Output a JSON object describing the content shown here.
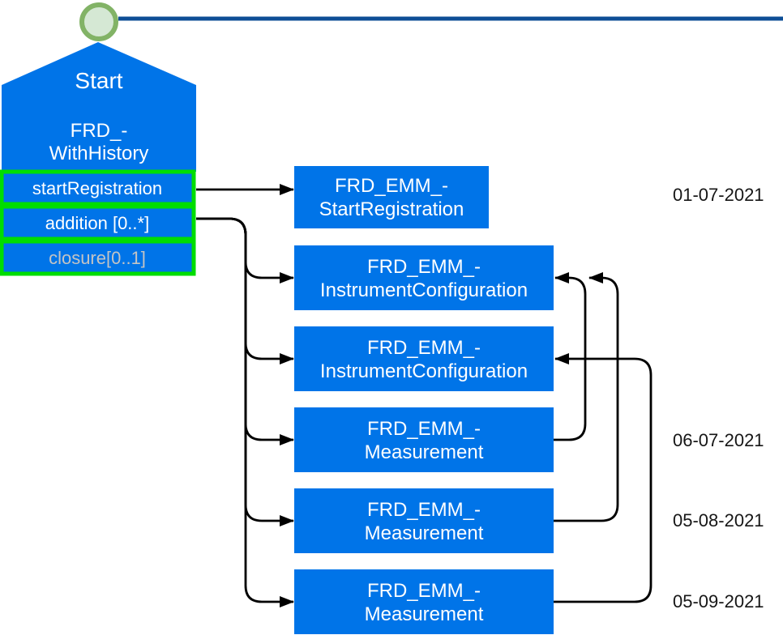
{
  "colors": {
    "node_blue": "#0074E8",
    "highlight_green": "#00DD00",
    "timeline_navy": "#0D4E96",
    "start_circle_fill": "#D5E8D4",
    "start_circle_stroke": "#82B366",
    "connector_black": "#000000",
    "muted_row_text": "#C4C4C4",
    "date_text": "#161616"
  },
  "start_node": {
    "header": "Start",
    "title_line1": "FRD_-",
    "title_line2": "WithHistory",
    "rows": [
      {
        "label": "startRegistration",
        "state": "normal"
      },
      {
        "label": "addition [0..*]",
        "state": "normal"
      },
      {
        "label": "closure[0..1]",
        "state": "muted"
      }
    ]
  },
  "event_boxes": [
    {
      "line1": "FRD_EMM_-",
      "line2": "StartRegistration"
    },
    {
      "line1": "FRD_EMM_-",
      "line2": "InstrumentConfiguration"
    },
    {
      "line1": "FRD_EMM_-",
      "line2": "InstrumentConfiguration"
    },
    {
      "line1": "FRD_EMM_-",
      "line2": "Measurement"
    },
    {
      "line1": "FRD_EMM_-",
      "line2": "Measurement"
    },
    {
      "line1": "FRD_EMM_-",
      "line2": "Measurement"
    }
  ],
  "dates": [
    {
      "label": "01-07-2021"
    },
    {
      "label": "06-07-2021"
    },
    {
      "label": "05-08-2021"
    },
    {
      "label": "05-09-2021"
    }
  ]
}
